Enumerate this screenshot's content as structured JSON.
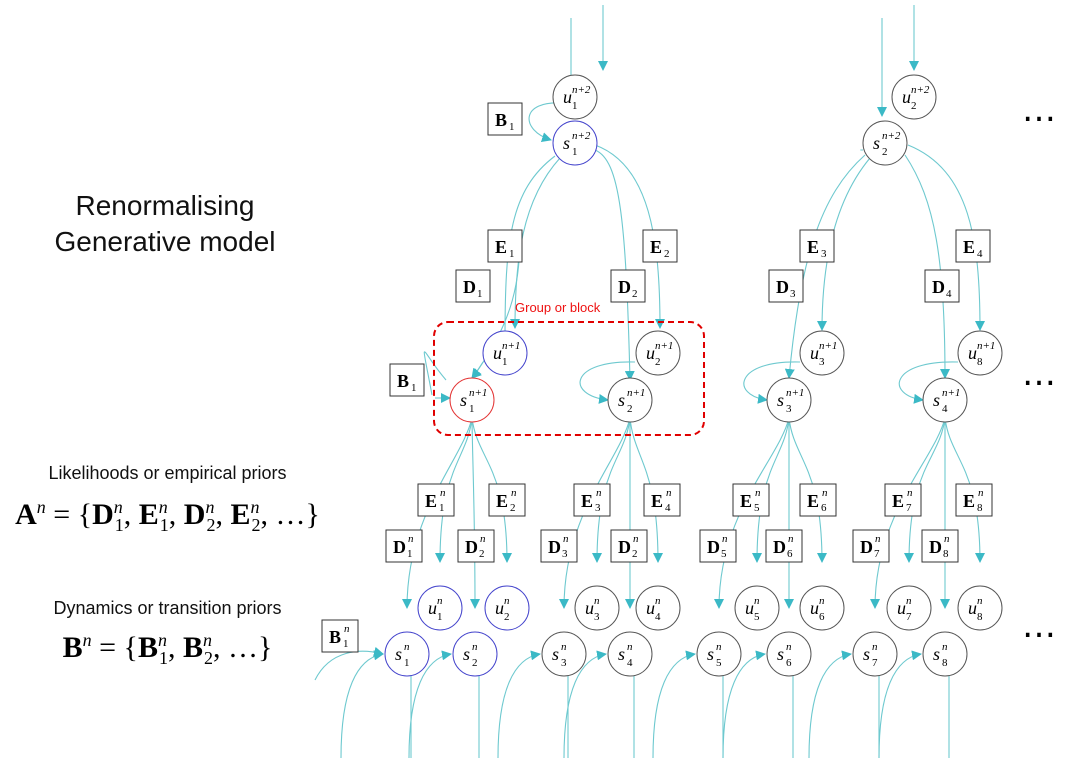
{
  "title": [
    "Renormalising",
    "Generative model"
  ],
  "likelihoods_caption": "Likelihoods or empirical priors",
  "likelihoods_formula": {
    "lhs": "A",
    "sup": "n",
    "terms": [
      "D",
      "E",
      "D",
      "E"
    ],
    "subs": [
      "1",
      "1",
      "2",
      "2"
    ]
  },
  "dynamics_caption": "Dynamics or transition priors",
  "dynamics_formula": {
    "lhs": "B",
    "sup": "n",
    "terms": [
      "B",
      "B"
    ],
    "subs": [
      "1",
      "2"
    ]
  },
  "group_label": "Group or block",
  "ellipsis": "…",
  "colors": {
    "edge": "#6ec9cf",
    "arrow": "#3bb9c6",
    "node": "#555555",
    "highlight_blue": "#4444cc",
    "highlight_red": "#e33333",
    "group_border": "#e00000"
  },
  "nodes_top": [
    {
      "var": "u",
      "sub": "1",
      "sup": "n+2",
      "highlight": "none"
    },
    {
      "var": "s",
      "sub": "1",
      "sup": "n+2",
      "highlight": "blue"
    },
    {
      "var": "u",
      "sub": "2",
      "sup": "n+2",
      "highlight": "none"
    },
    {
      "var": "s",
      "sub": "2",
      "sup": "n+2",
      "highlight": "none"
    }
  ],
  "nodes_mid": [
    {
      "var": "u",
      "sub": "1",
      "sup": "n+1",
      "highlight": "blue"
    },
    {
      "var": "s",
      "sub": "1",
      "sup": "n+1",
      "highlight": "red"
    },
    {
      "var": "u",
      "sub": "2",
      "sup": "n+1",
      "highlight": "none"
    },
    {
      "var": "s",
      "sub": "2",
      "sup": "n+1",
      "highlight": "none"
    },
    {
      "var": "u",
      "sub": "3",
      "sup": "n+1",
      "highlight": "none"
    },
    {
      "var": "s",
      "sub": "3",
      "sup": "n+1",
      "highlight": "none"
    },
    {
      "var": "u",
      "sub": "8",
      "sup": "n+1",
      "highlight": "none"
    },
    {
      "var": "s",
      "sub": "4",
      "sup": "n+1",
      "highlight": "none"
    }
  ],
  "nodes_bottom": [
    {
      "var": "u",
      "sub": "1",
      "sup": "n",
      "highlight": "blue"
    },
    {
      "var": "s",
      "sub": "1",
      "sup": "n",
      "highlight": "blue"
    },
    {
      "var": "u",
      "sub": "2",
      "sup": "n",
      "highlight": "blue"
    },
    {
      "var": "s",
      "sub": "2",
      "sup": "n",
      "highlight": "blue"
    },
    {
      "var": "u",
      "sub": "3",
      "sup": "n",
      "highlight": "none"
    },
    {
      "var": "s",
      "sub": "3",
      "sup": "n",
      "highlight": "none"
    },
    {
      "var": "u",
      "sub": "4",
      "sup": "n",
      "highlight": "none"
    },
    {
      "var": "s",
      "sub": "4",
      "sup": "n",
      "highlight": "none"
    },
    {
      "var": "u",
      "sub": "5",
      "sup": "n",
      "highlight": "none"
    },
    {
      "var": "s",
      "sub": "5",
      "sup": "n",
      "highlight": "none"
    },
    {
      "var": "u",
      "sub": "6",
      "sup": "n",
      "highlight": "none"
    },
    {
      "var": "s",
      "sub": "6",
      "sup": "n",
      "highlight": "none"
    },
    {
      "var": "u",
      "sub": "7",
      "sup": "n",
      "highlight": "none"
    },
    {
      "var": "s",
      "sub": "7",
      "sup": "n",
      "highlight": "none"
    },
    {
      "var": "u",
      "sub": "8",
      "sup": "n",
      "highlight": "none"
    },
    {
      "var": "s",
      "sub": "8",
      "sup": "n",
      "highlight": "none"
    }
  ],
  "labels_upper": [
    {
      "letter": "B",
      "sub": "1",
      "sup": ""
    },
    {
      "letter": "E",
      "sub": "1",
      "sup": ""
    },
    {
      "letter": "E",
      "sub": "2",
      "sup": ""
    },
    {
      "letter": "E",
      "sub": "3",
      "sup": ""
    },
    {
      "letter": "E",
      "sub": "4",
      "sup": ""
    },
    {
      "letter": "D",
      "sub": "1",
      "sup": ""
    },
    {
      "letter": "D",
      "sub": "2",
      "sup": ""
    },
    {
      "letter": "D",
      "sub": "3",
      "sup": ""
    },
    {
      "letter": "D",
      "sub": "4",
      "sup": ""
    },
    {
      "letter": "B",
      "sub": "1",
      "sup": ""
    }
  ],
  "labels_lower": [
    {
      "letter": "E",
      "sub": "1",
      "sup": "n"
    },
    {
      "letter": "E",
      "sub": "2",
      "sup": "n"
    },
    {
      "letter": "E",
      "sub": "3",
      "sup": "n"
    },
    {
      "letter": "E",
      "sub": "4",
      "sup": "n"
    },
    {
      "letter": "E",
      "sub": "5",
      "sup": "n"
    },
    {
      "letter": "E",
      "sub": "6",
      "sup": "n"
    },
    {
      "letter": "E",
      "sub": "7",
      "sup": "n"
    },
    {
      "letter": "E",
      "sub": "8",
      "sup": "n"
    },
    {
      "letter": "D",
      "sub": "1",
      "sup": "n"
    },
    {
      "letter": "D",
      "sub": "2",
      "sup": "n"
    },
    {
      "letter": "D",
      "sub": "3",
      "sup": "n"
    },
    {
      "letter": "D",
      "sub": "2",
      "sup": "n"
    },
    {
      "letter": "D",
      "sub": "5",
      "sup": "n"
    },
    {
      "letter": "D",
      "sub": "6",
      "sup": "n"
    },
    {
      "letter": "D",
      "sub": "7",
      "sup": "n"
    },
    {
      "letter": "D",
      "sub": "8",
      "sup": "n"
    },
    {
      "letter": "B",
      "sub": "1",
      "sup": "n"
    }
  ]
}
